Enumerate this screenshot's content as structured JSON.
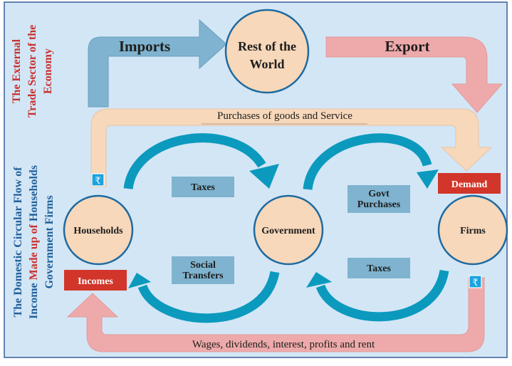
{
  "colors": {
    "background": "#d3e6f6",
    "frame": "#3b5d9a",
    "imports_arrow": "#7fb3cf",
    "export_arrow": "#eeaaaa",
    "purchases_arrow": "#f7d8ba",
    "wages_arrow": "#eeaaaa",
    "node_fill": "#f7d8ba",
    "node_stroke": "#1f6aa0",
    "flow_arrow": "#0b9abd",
    "label_box": "#7fb3cf",
    "red_box": "#d2352a",
    "rupee_box": "#1aa3e0",
    "title_red": "#c9302c",
    "title_blue": "#1f5f99"
  },
  "side_titles": {
    "external": {
      "lines": [
        "The External",
        "Trade Sector of the",
        "Economy"
      ]
    },
    "domestic": {
      "line1": "The Domestic Circular Flow of",
      "line2_part1": "Income ",
      "line2_highlight": "Made up of",
      "line2_part2": " Households",
      "line3": "Government Firms"
    }
  },
  "nodes": {
    "rest_of_world": [
      "Rest of the",
      "World"
    ],
    "households": "Households",
    "government": "Government",
    "firms": "Firms"
  },
  "arrows": {
    "imports": "Imports",
    "export": "Export",
    "purchases": "Purchases of goods and Service",
    "wages": "Wages, dividends, interest, profits and rent"
  },
  "flow_labels": {
    "taxes_households": "Taxes",
    "govt_purchases": [
      "Govt",
      "Purchases"
    ],
    "social_transfers": [
      "Social",
      "Transfers"
    ],
    "taxes_firms": "Taxes"
  },
  "badges": {
    "demand": "Demand",
    "incomes": "Incomes",
    "rupee_symbol": "₹"
  }
}
